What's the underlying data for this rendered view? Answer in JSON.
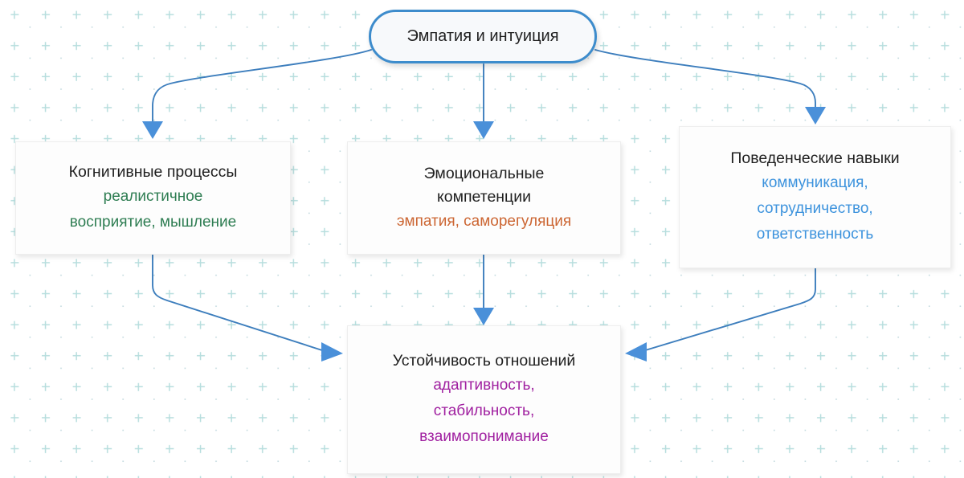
{
  "diagram": {
    "title": "Эмпатия и интуиция",
    "background": {
      "pattern": "plus-dot-grid",
      "color": "#8fcdcd",
      "page_color": "#ffffff"
    },
    "edge_color": "#3d7ebd",
    "root": {
      "id": "root",
      "label": "Эмпатия и интуиция",
      "border_color": "#3d8ccc",
      "fill": "#f7f9fb"
    },
    "nodes": [
      {
        "id": "cognitive",
        "title": "Когнитивные процессы",
        "subtitle": "реалистичное\nвосприятие, мышление",
        "subtitle_color": "#2e7d52"
      },
      {
        "id": "emotional",
        "title": "Эмоциональные\nкомпетенции",
        "subtitle": "эмпатия, саморегуляция",
        "subtitle_color": "#cc6633"
      },
      {
        "id": "behavioral",
        "title": "Поведенческие навыки",
        "subtitle": "коммуникация,\nсотрудничество,\nответственность",
        "subtitle_color": "#3d93dd"
      },
      {
        "id": "outcome",
        "title": "Устойчивость отношений",
        "subtitle": "адаптивность,\nстабильность,\nвзаимопонимание",
        "subtitle_color": "#a020a0"
      }
    ],
    "edges": [
      {
        "from": "root",
        "to": "cognitive",
        "shape": "elbow-left-down"
      },
      {
        "from": "root",
        "to": "emotional",
        "shape": "straight-down"
      },
      {
        "from": "root",
        "to": "behavioral",
        "shape": "elbow-right-down"
      },
      {
        "from": "cognitive",
        "to": "outcome",
        "shape": "down-then-diagonal-right"
      },
      {
        "from": "emotional",
        "to": "outcome",
        "shape": "straight-down"
      },
      {
        "from": "behavioral",
        "to": "outcome",
        "shape": "down-then-diagonal-left"
      }
    ]
  }
}
